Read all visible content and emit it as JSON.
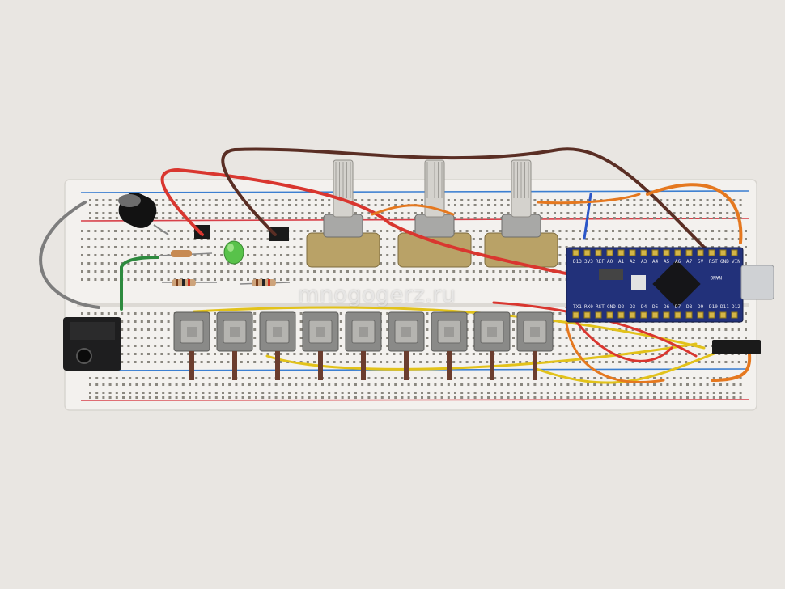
{
  "watermark": "mnogogerz.ru",
  "board": {
    "model_text": "NANO",
    "top_pins": [
      "D13",
      "3V3",
      "REF",
      "A0",
      "A1",
      "A2",
      "A3",
      "A4",
      "A5",
      "A6",
      "A7",
      "5V",
      "RST",
      "GND",
      "VIN"
    ],
    "bottom_pins": [
      "TX1",
      "RX0",
      "RST",
      "GND",
      "D2",
      "D3",
      "D4",
      "D5",
      "D6",
      "D7",
      "D8",
      "D9",
      "D10",
      "D11",
      "D12"
    ]
  },
  "colors": {
    "background": "#e9e6e2",
    "breadboard": "#f3f1ee",
    "rail_blue": "#3c7fd1",
    "rail_red": "#d8414a",
    "wire_red": "#d9362f",
    "wire_brown": "#5a2e24",
    "wire_yellow": "#e2c21a",
    "wire_orange": "#e5781f",
    "wire_green": "#2d8a3e",
    "wire_blue": "#2a56c8",
    "arduino_blue": "#22317a",
    "button_gray": "#8a8a88"
  },
  "components": {
    "potentiometers": 3,
    "push_buttons": 9,
    "resistors": 3,
    "leds": [
      "green"
    ],
    "capacitors": 1,
    "audio_jack": 1,
    "microcontroller": "Arduino Nano"
  }
}
